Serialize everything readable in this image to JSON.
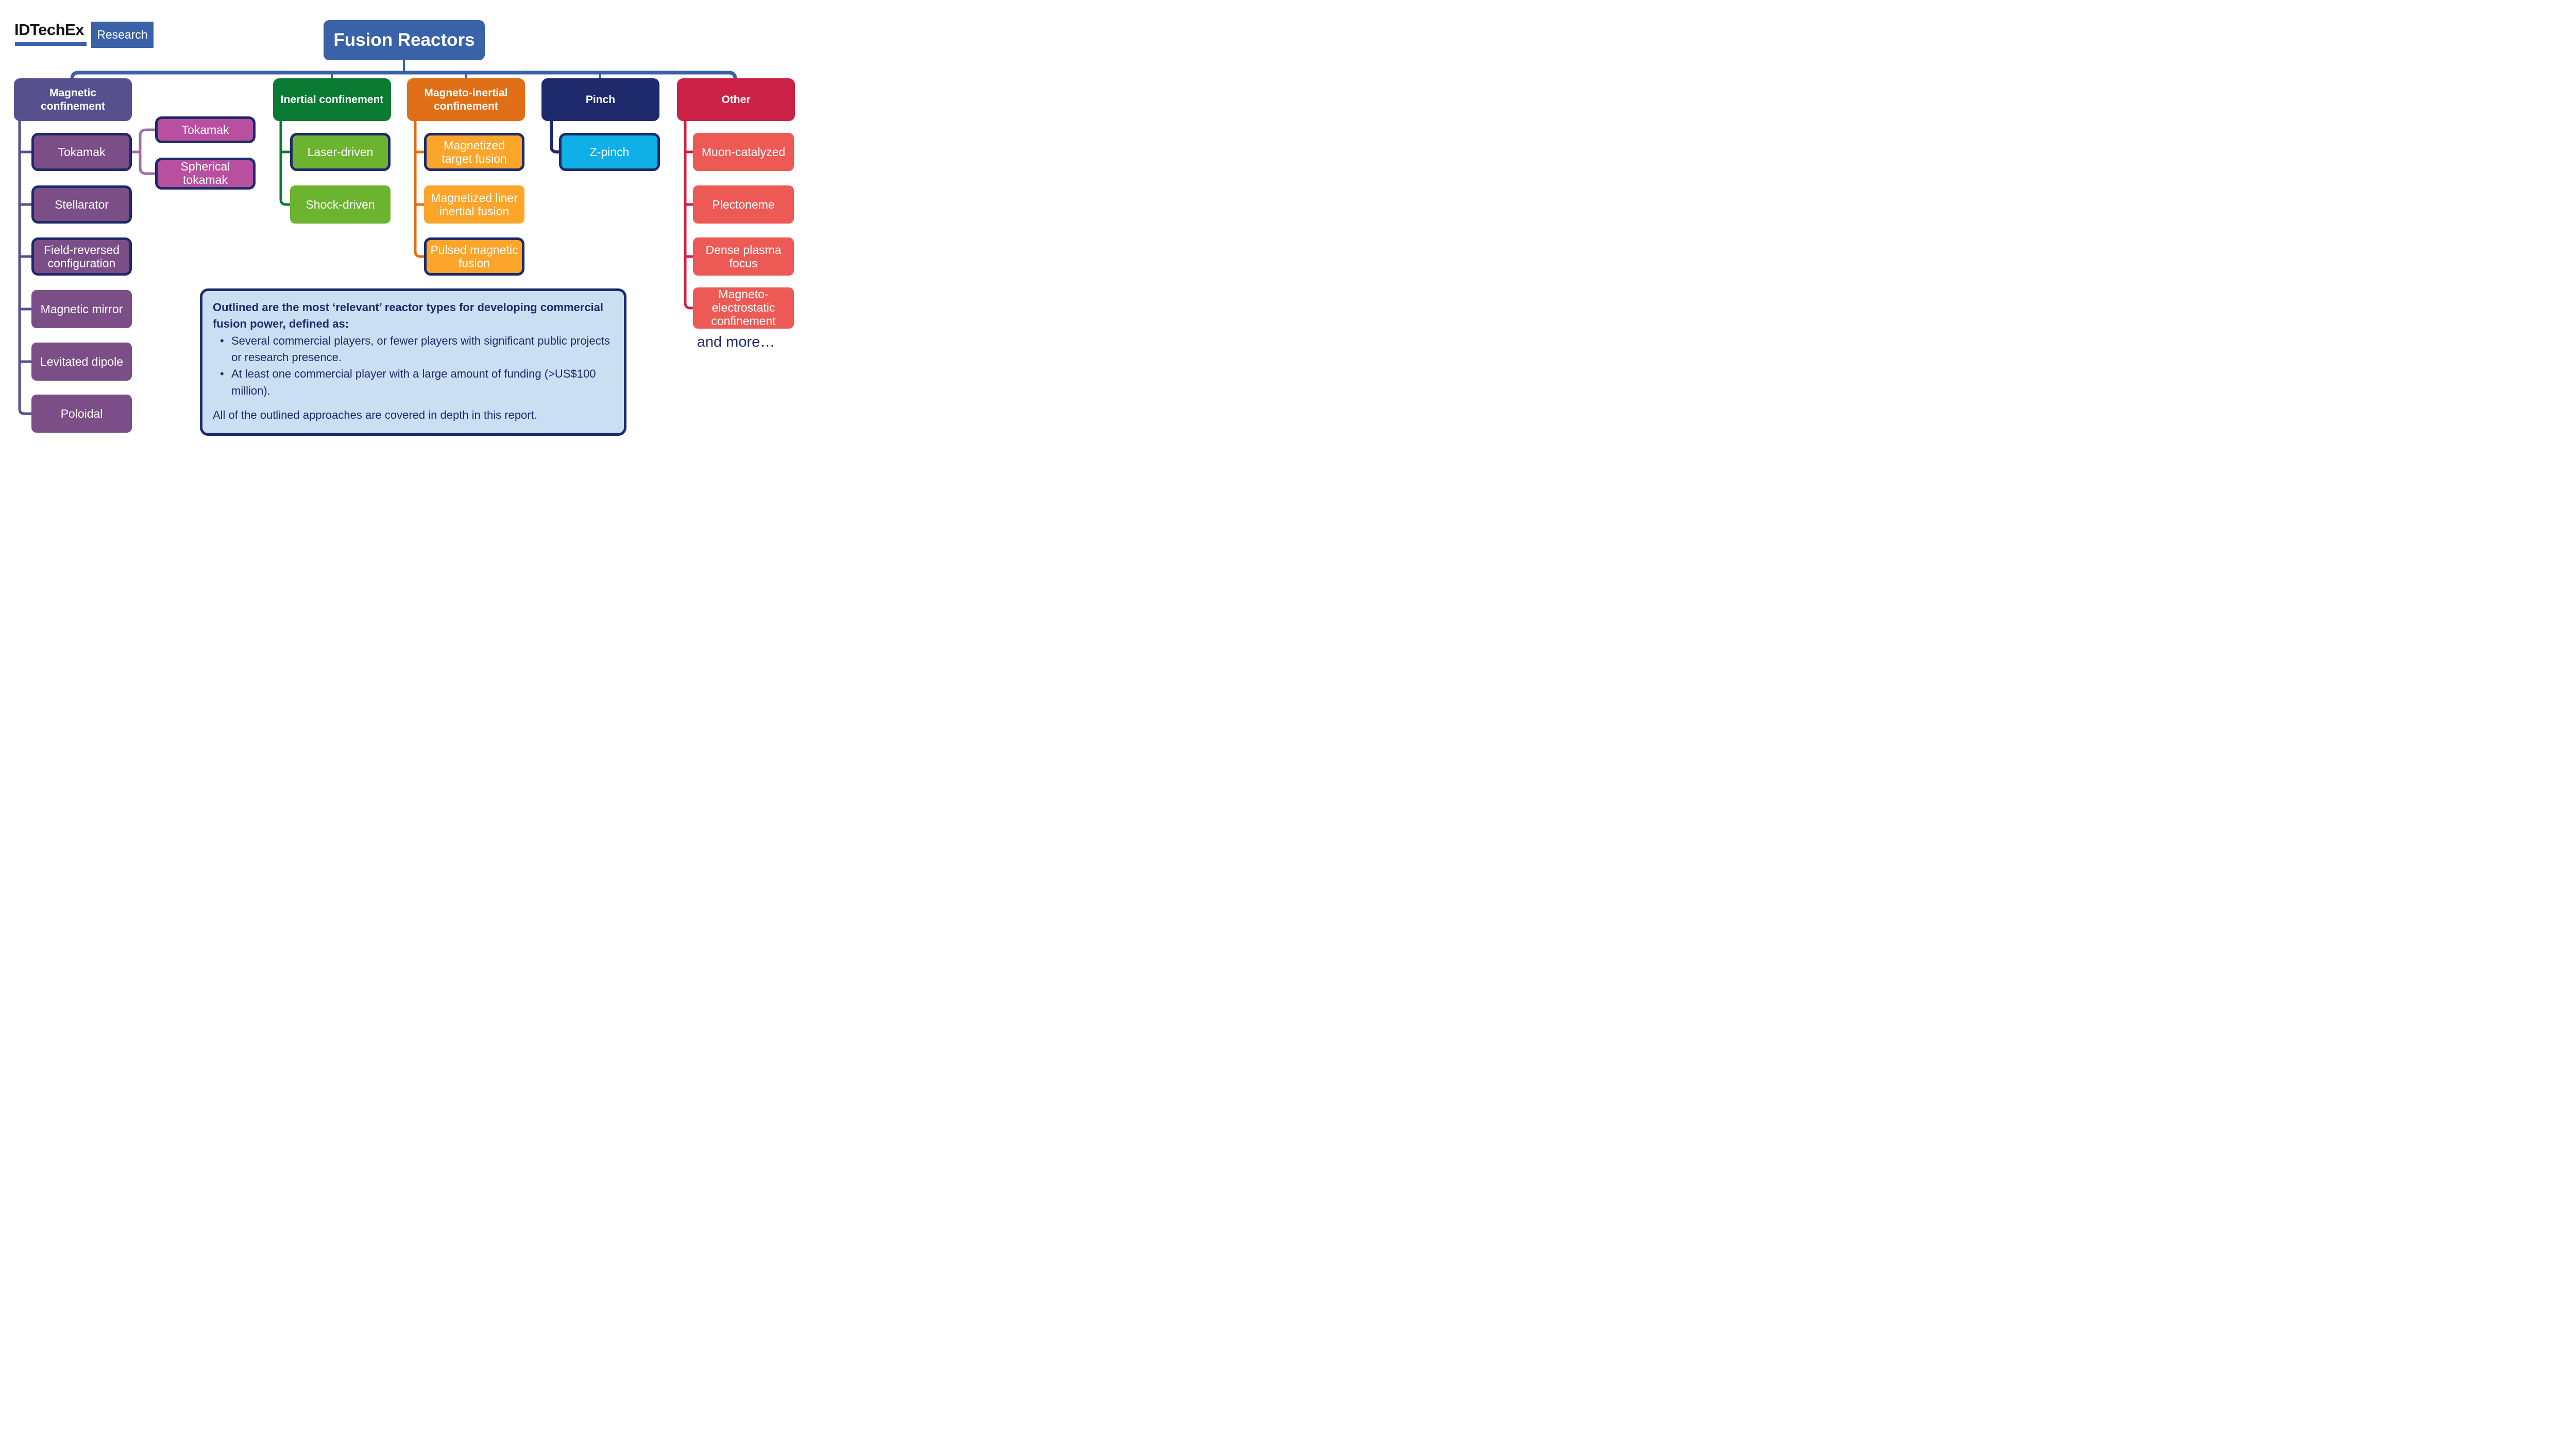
{
  "brand": {
    "name": "IDTechEx",
    "badge": "Research"
  },
  "title": "Fusion Reactors",
  "columns": [
    {
      "label": "Magnetic confinement",
      "children": [
        {
          "label": "Tokamak",
          "outlined": true
        },
        {
          "label": "Stellarator",
          "outlined": true
        },
        {
          "label": "Field-reversed configuration",
          "outlined": true
        },
        {
          "label": "Magnetic mirror",
          "outlined": false
        },
        {
          "label": "Levitated dipole",
          "outlined": false
        },
        {
          "label": "Poloidal",
          "outlined": false
        }
      ]
    },
    {
      "label": "Inertial confinement",
      "children": [
        {
          "label": "Laser-driven",
          "outlined": true
        },
        {
          "label": "Shock-driven",
          "outlined": false
        }
      ]
    },
    {
      "label": "Magneto-inertial confinement",
      "children": [
        {
          "label": "Magnetized target fusion",
          "outlined": true
        },
        {
          "label": "Magnetized liner inertial fusion",
          "outlined": false
        },
        {
          "label": "Pulsed magnetic fusion",
          "outlined": true
        }
      ]
    },
    {
      "label": "Pinch",
      "children": [
        {
          "label": "Z-pinch",
          "outlined": true
        }
      ]
    },
    {
      "label": "Other",
      "children": [
        {
          "label": "Muon-catalyzed",
          "outlined": false
        },
        {
          "label": "Plectoneme",
          "outlined": false
        },
        {
          "label": "Dense plasma focus",
          "outlined": false
        },
        {
          "label": "Magneto-electrostatic confinement",
          "outlined": false
        }
      ],
      "more_label": "and more…"
    }
  ],
  "tokamak_variants": [
    {
      "label": "Tokamak",
      "outlined": true
    },
    {
      "label": "Spherical tokamak",
      "outlined": true
    }
  ],
  "note": {
    "intro": "Outlined are the most ‘relevant’ reactor types for developing commercial fusion power, defined as:",
    "bullets": [
      "Several commercial players, or fewer players with significant public projects or research presence.",
      "At least one commercial player with a large amount of funding (>US$100 million)."
    ],
    "footer": "All of the outlined approaches are covered in depth in this report."
  },
  "colors": {
    "root_blue": "#3A62A8",
    "outline_navy": "#1E2A6B",
    "magnetic_header": "#57508F",
    "magnetic_child": "#7B4E87",
    "tokamak_variant": "#B8509F",
    "variant_connector": "#9C6FA3",
    "inertial_header": "#0B7A33",
    "inertial_child": "#6CB32F",
    "magneto_header": "#E06E17",
    "magneto_child": "#FBA52B",
    "pinch_header": "#1E2A6B",
    "zpinch_child": "#0FB0E8",
    "other_header": "#CC2147",
    "other_child": "#ED5A55",
    "note_bg": "#CBDFF2",
    "note_text": "#1E2A6B"
  }
}
